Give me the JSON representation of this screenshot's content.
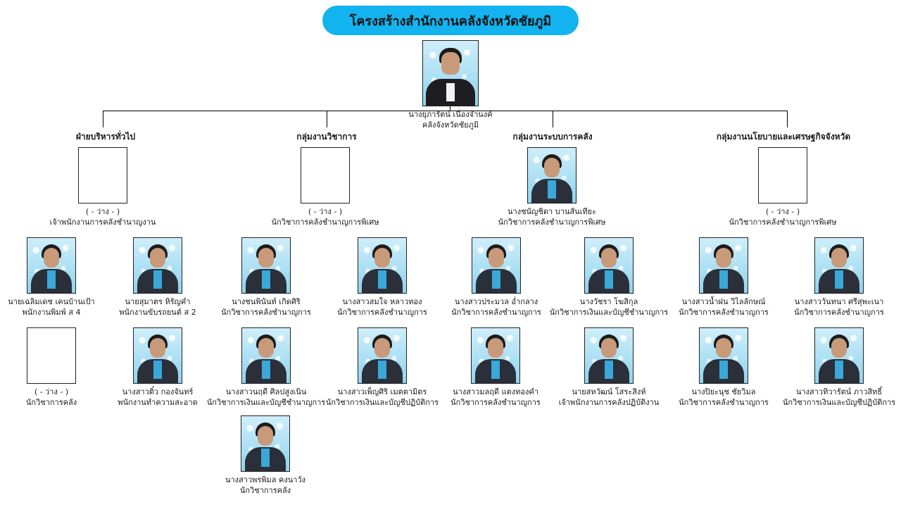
{
  "title": "โครงสร้างสำนักงานคลังจังหวัดชัยภูมิ",
  "chief": {
    "name": "นางยุภารัตน์ เนื่องจำนงค์",
    "position": "คลังจังหวัดชัยภูมิ"
  },
  "groups": [
    {
      "name": "ฝ่ายบริหารทั่วไป",
      "lead": {
        "name": "( - ว่าง - )",
        "position": "เจ้าพนักงานการคลังชำนาญงาน",
        "vacant": true
      },
      "members": [
        {
          "name": "นายเฉลิมเดช เคนบ้านเป้า",
          "position": "พนักงานพิมพ์ ส 4"
        },
        {
          "name": "นายสุมาตร หิรัญคำ",
          "position": "พนักงานขับรถยนต์ ส 2"
        },
        {
          "name": "( - ว่าง - )",
          "position": "นักวิชาการคลัง",
          "vacant": true
        },
        {
          "name": "นางสาวติ๋ว กองจันทร์",
          "position": "พนักงานทำความสะอาด"
        }
      ]
    },
    {
      "name": "กลุ่มงานวิชาการ",
      "lead": {
        "name": "( - ว่าง - )",
        "position": "นักวิชาการคลังชำนาญการพิเศษ",
        "vacant": true
      },
      "members": [
        {
          "name": "นางชนพินันท์ เกิดศิริ",
          "position": "นักวิชาการคลังชำนาญการ"
        },
        {
          "name": "นางสาวสมใจ หลาวทอง",
          "position": "นักวิชาการคลังชำนาญการ"
        },
        {
          "name": "นางสาวนฤดี ศิลปสูงเนิน",
          "position": "นักวิชาการเงินและบัญชีชำนาญการ"
        },
        {
          "name": "นางสาวเพ็ญศิริ เมตตามิตร",
          "position": "นักวิชาการเงินและบัญชีปฏิบัติการ"
        },
        {
          "name": "นางสาวพรพิมล คงนาวัง",
          "position": "นักวิชาการคลัง"
        }
      ]
    },
    {
      "name": "กลุ่มงานระบบการคลัง",
      "lead": {
        "name": "นางชนัญชิดา บานสันเทียะ",
        "position": "นักวิชาการคลังชำนาญการพิเศษ",
        "vacant": false
      },
      "members": [
        {
          "name": "นางสาวประมวล อ่ำกลาง",
          "position": "นักวิชาการคลังชำนาญการ"
        },
        {
          "name": "นางวัชรา โฆสิกุล",
          "position": "นักวิชาการเงินและบัญชีชำนาญการ"
        },
        {
          "name": "นางสาวมลฤดี แตงทองคำ",
          "position": "นักวิชาการคลังชำนาญการ"
        },
        {
          "name": "นายสหวัฒน์ โสระสิงห์",
          "position": "เจ้าพนักงานการคลังปฏิบัติงาน"
        }
      ]
    },
    {
      "name": "กลุ่มงานนโยบายและเศรษฐกิจจังหวัด",
      "lead": {
        "name": "( - ว่าง - )",
        "position": "นักวิชาการคลังชำนาญการพิเศษ",
        "vacant": true
      },
      "members": [
        {
          "name": "นางสาวน้ำฝน วิไลลักษณ์",
          "position": "นักวิชาการคลังชำนาญการ"
        },
        {
          "name": "นางสาววันทนา ศรีสุพะเนา",
          "position": "นักวิชาการคลังชำนาญการ"
        },
        {
          "name": "นางปิยะนุช ชัยวิมล",
          "position": "นักวิชาการคลังชำนาญการ"
        },
        {
          "name": "นางสาวทิวารัตน์ ภาวสิทธิ์",
          "position": "นักวิชาการเงินและบัญชีปฏิบัติการ"
        }
      ]
    }
  ]
}
